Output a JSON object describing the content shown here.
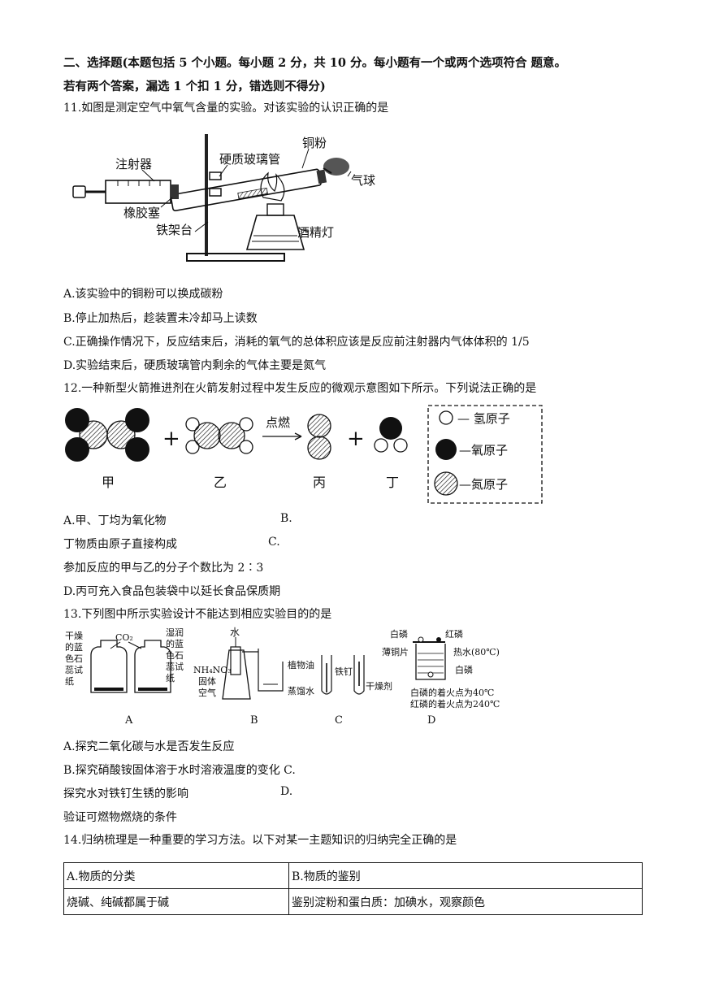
{
  "section": {
    "header_line1": "二、选择题(本题包括 5 个小题。每小题 2 分，共 10 分。每小题有一个或两个选项符合 题意。",
    "header_line2": "若有两个答案，漏选 1 个扣 1 分，错选则不得分)"
  },
  "q11": {
    "stem": "11.如图是测定空气中氧气含量的实验。对该实验的认识正确的是",
    "labels": {
      "syringe": "注射器",
      "rubber_stopper": "橡胶塞",
      "iron_stand": "铁架台",
      "glass_tube": "硬质玻璃管",
      "copper_powder": "铜粉",
      "balloon": "气球",
      "alcohol_lamp": "酒精灯"
    },
    "options": [
      "A.该实验中的铜粉可以换成碳粉",
      "B.停止加热后，趁装置未冷却马上读数",
      "C.正确操作情况下，反应结束后，消耗的氧气的总体积应该是反应前注射器内气体体积的 1/5",
      "D.实验结束后，硬质玻璃管内剩余的气体主要是氮气"
    ]
  },
  "q12": {
    "stem": "12.一种新型火箭推进剂在火箭发射过程中发生反应的微观示意图如下所示。下列说法正确的是",
    "plus": "+",
    "condition": "点燃",
    "species": [
      "甲",
      "乙",
      "丙",
      "丁"
    ],
    "legend": {
      "hydrogen": "— 氢原子",
      "oxygen": "—氧原子",
      "nitrogen": "—氮原子"
    },
    "option_lines": [
      "A.甲、丁均为氧化物",
      "B.",
      "丁物质由原子直接构成",
      "C.",
      "参加反应的甲与乙的分子个数比为 2∶3",
      "D.丙可充入食品包装袋中以延长食品保质期"
    ]
  },
  "q13": {
    "stem": "13.下列图中所示实验设计不能达到相应实验目的的是",
    "figA": {
      "left_label": [
        "干燥",
        "的蓝",
        "色石",
        "蕊试",
        "纸"
      ],
      "gas": "CO₂",
      "right_label": [
        "湿润",
        "的蓝",
        "色石",
        "蕊试",
        "纸"
      ],
      "letter": "A"
    },
    "figB": {
      "water": "水",
      "solid": "NH₄NO₃",
      "solid2": "固体",
      "air": "空气",
      "letter": "B"
    },
    "figC": {
      "oil": "植物油",
      "nail": "铁钉",
      "distilled": "蒸馏水",
      "desiccant": "干燥剂",
      "letter": "C"
    },
    "figD": {
      "white_p": "白磷",
      "red_p": "红磷",
      "copper_sheet": "薄铜片",
      "hot_water": "热水(80℃)",
      "white_p2": "白磷",
      "note1": "白磷的着火点为40℃",
      "note2": "红磷的着火点为240℃",
      "letter": "D"
    },
    "option_lines": [
      "A.探究二氧化碳与水是否发生反应",
      "B.探究硝酸铵固体溶于水时溶液温度的变化 C.",
      "探究水对铁钉生锈的影响",
      "D.",
      "验证可燃物燃烧的条件"
    ]
  },
  "q14": {
    "stem": "14.归纳梳理是一种重要的学习方法。以下对某一主题知识的归纳完全正确的是",
    "table": [
      [
        "A.物质的分类",
        "B.物质的鉴别"
      ],
      [
        "烧碱、纯碱都属于碱",
        "鉴别淀粉和蛋白质：加碘水，观察颜色"
      ]
    ]
  }
}
